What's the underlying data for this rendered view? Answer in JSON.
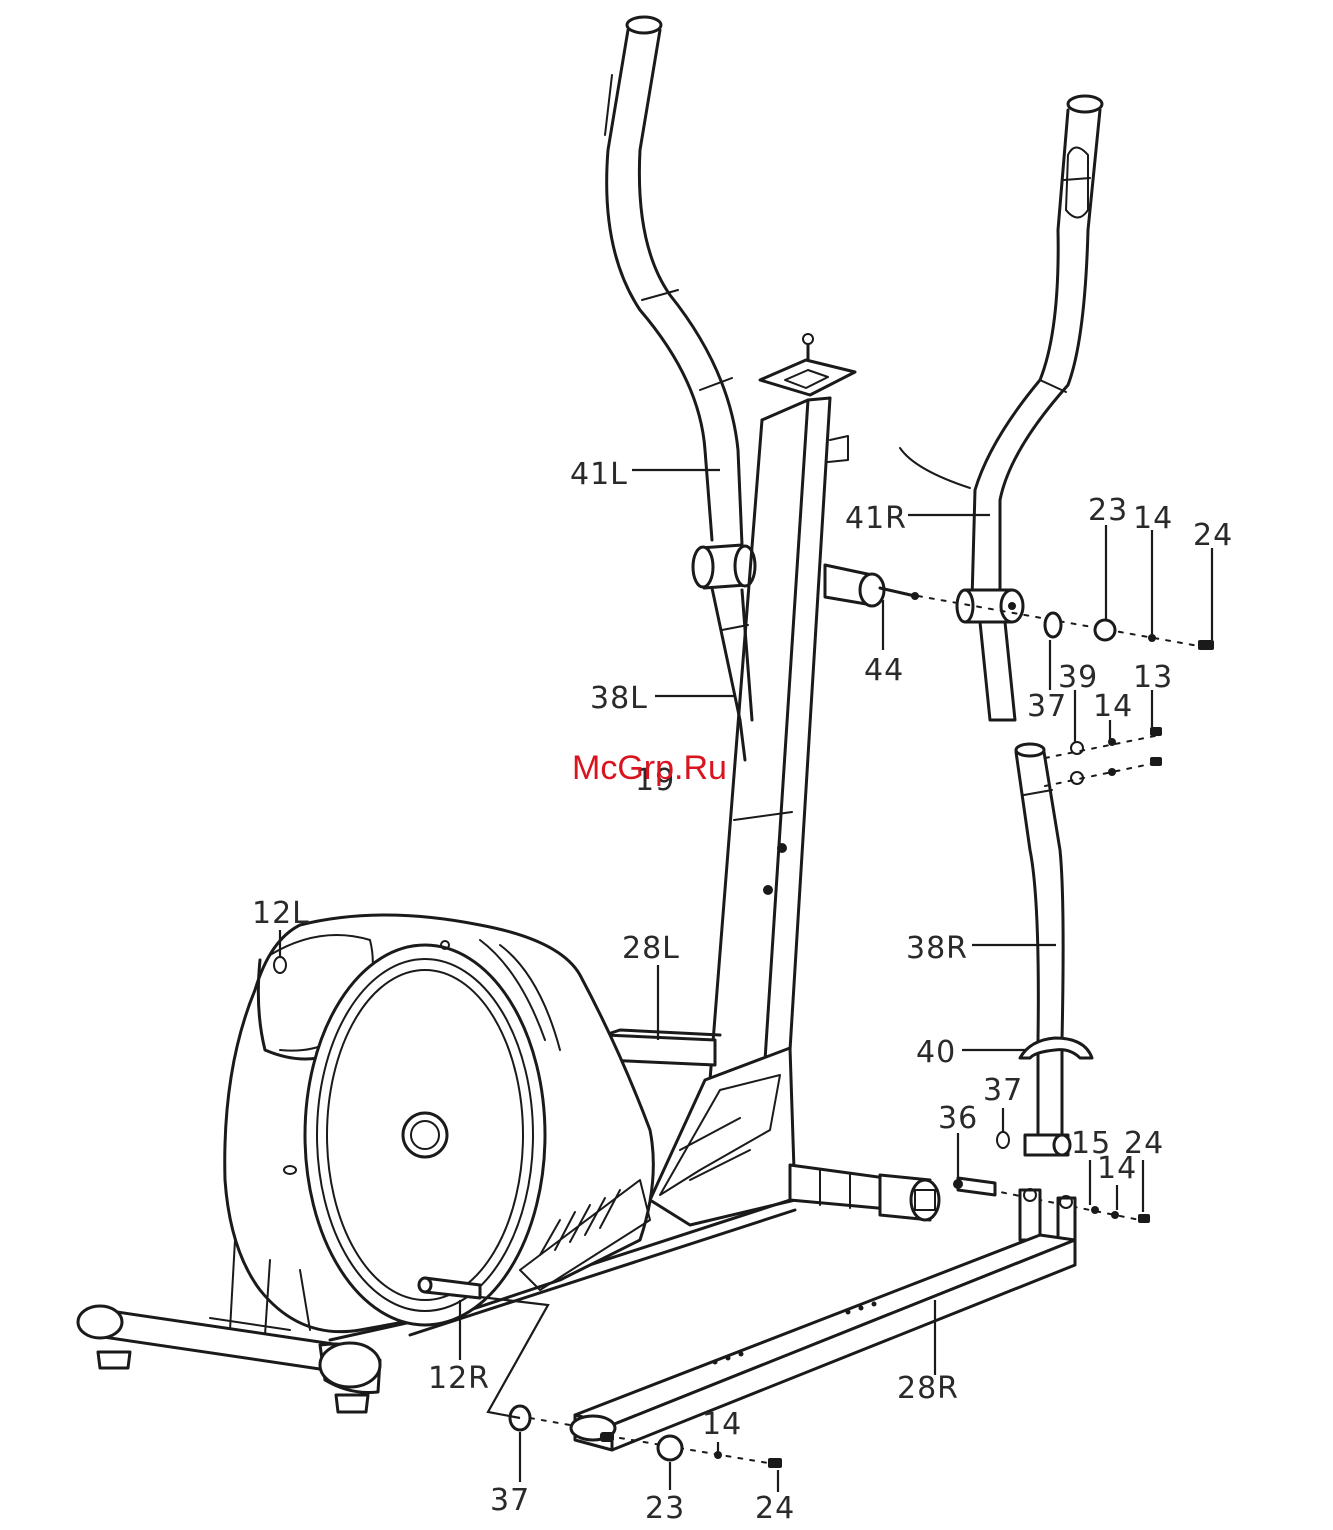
{
  "watermark": "McGrp.Ru",
  "labels": {
    "41L": "41L",
    "41R": "41R",
    "23_top": "23",
    "14_top": "14",
    "24_top": "24",
    "44": "44",
    "37_upper": "37",
    "39": "39",
    "14_mid": "14",
    "13": "13",
    "38L": "38L",
    "19": "19",
    "12L": "12L",
    "28L": "28L",
    "38R": "38R",
    "40": "40",
    "37_right": "37",
    "36": "36",
    "15": "15",
    "14_right": "14",
    "24_right": "24",
    "12R": "12R",
    "28R": "28R",
    "37_bottom": "37",
    "14_bottom": "14",
    "23_bottom": "23",
    "24_bottom": "24"
  }
}
